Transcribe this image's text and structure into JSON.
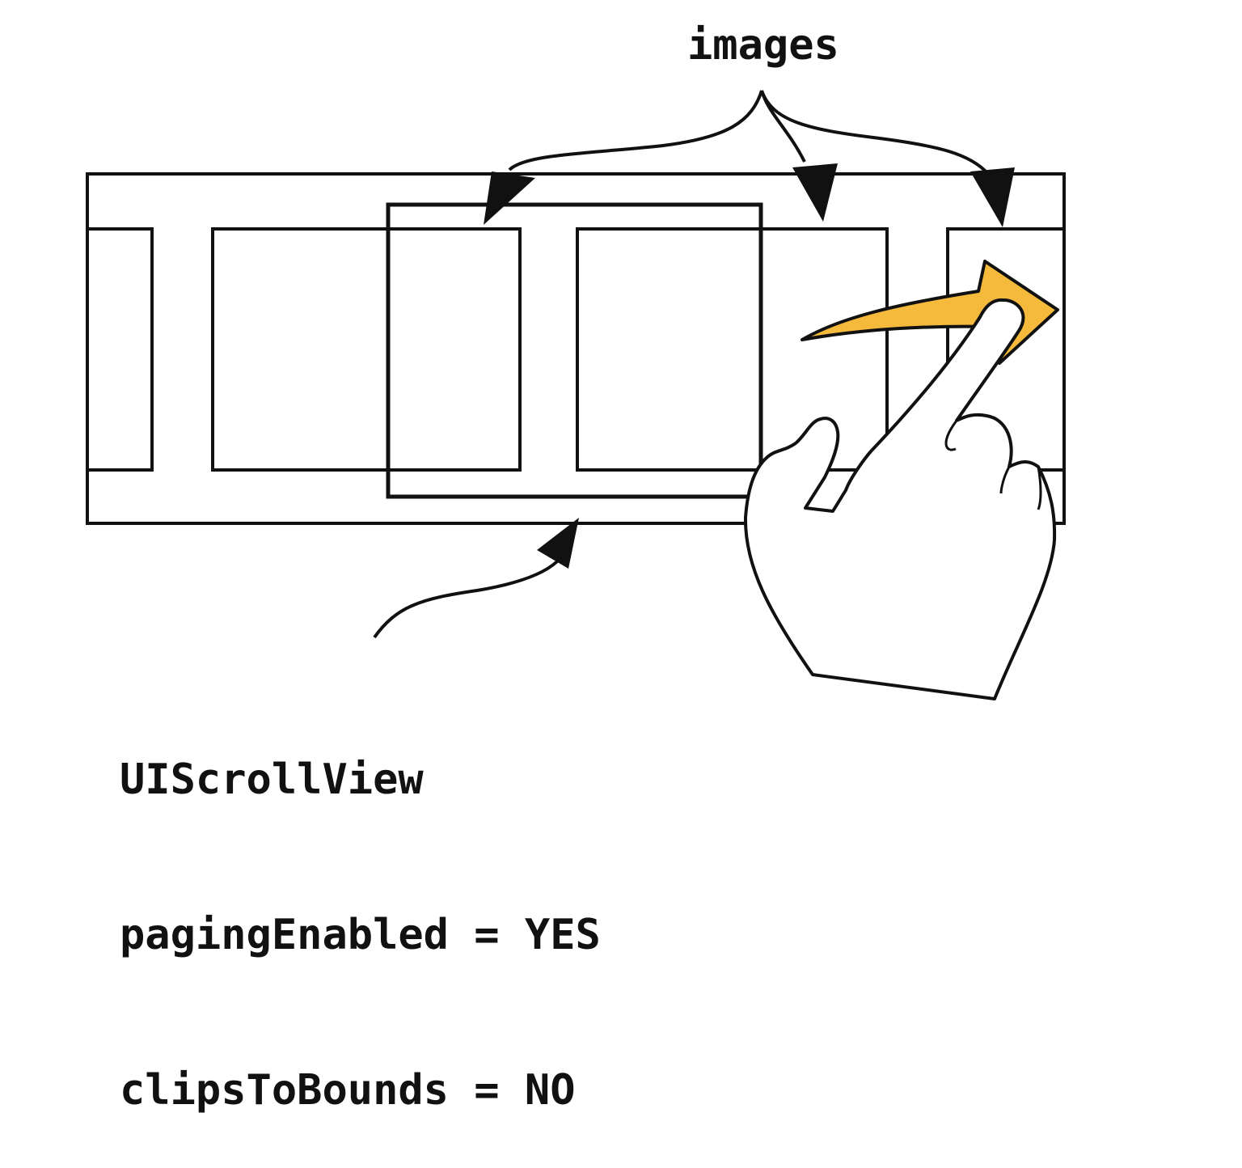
{
  "labels": {
    "images": "images"
  },
  "code_lines": [
    "UIScrollView",
    "pagingEnabled = YES",
    "clipsToBounds = NO"
  ],
  "colors": {
    "stroke": "#111111",
    "swipe_arrow_fill": "#F5B93B",
    "background": "#FFFFFF"
  },
  "icons": [
    "swipe-arrow-icon",
    "pointing-hand-icon"
  ]
}
